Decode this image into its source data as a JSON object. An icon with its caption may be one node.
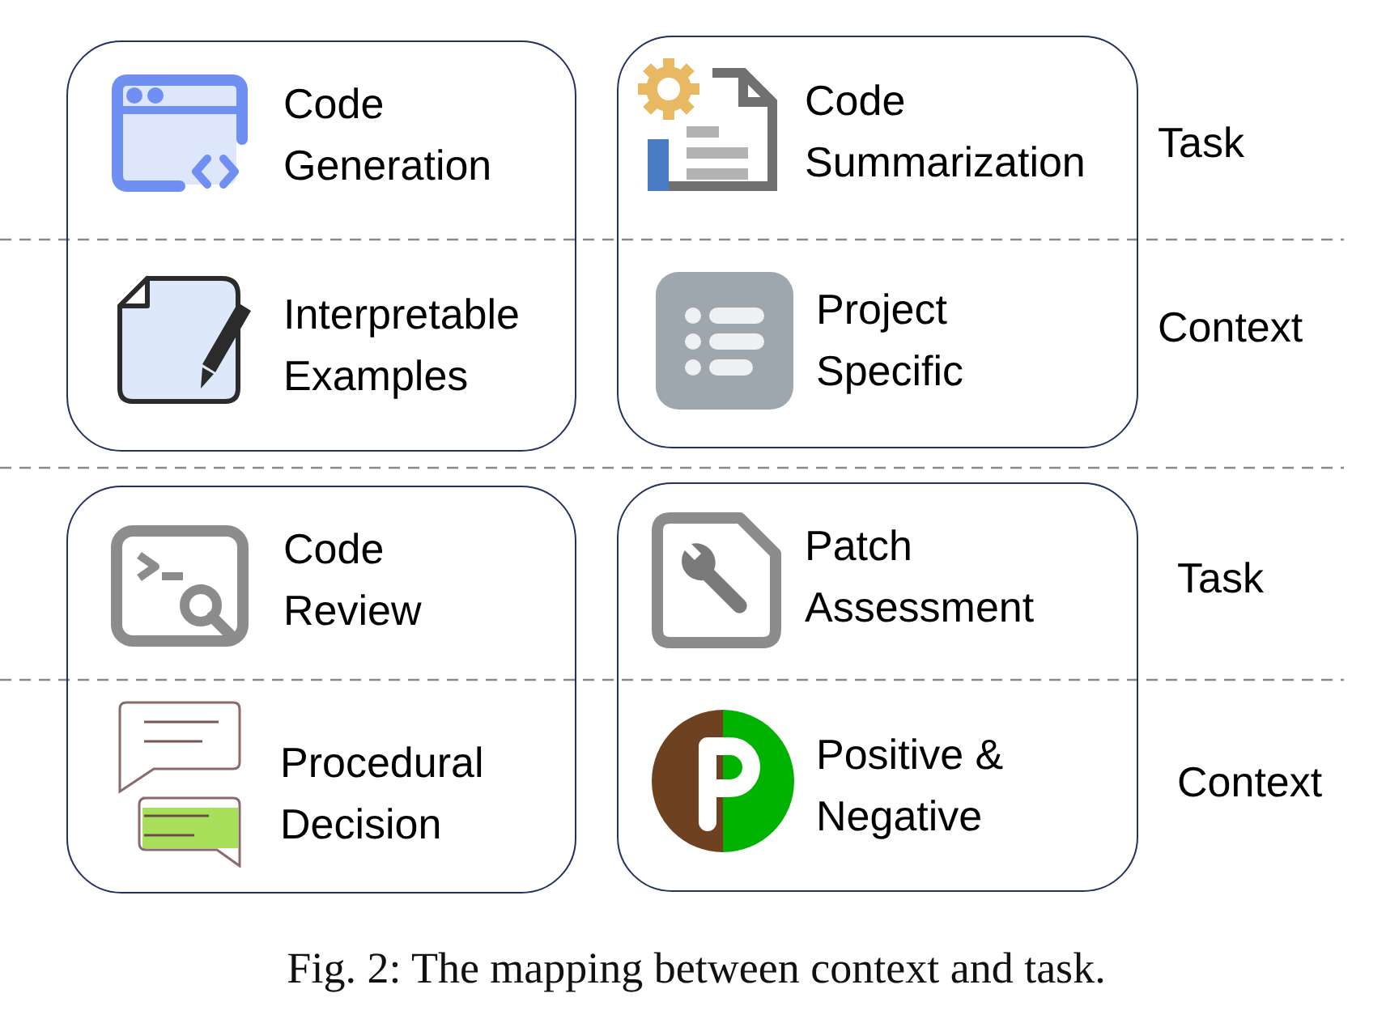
{
  "diagram": {
    "caption": "Fig. 2: The mapping between context and task.",
    "nodes": [
      {
        "text": [
          "Code Generation",
          "Interpretable Examples"
        ]
      },
      {
        "text": [
          "Code Summarization",
          "Project Specific"
        ]
      },
      {
        "text": [
          "Code Review",
          "Procedural Decision"
        ]
      },
      {
        "text": [
          "Patch Assessment",
          "Positive & Negative"
        ]
      }
    ],
    "labels": [
      "Task",
      "Context",
      "Task",
      "Context"
    ]
  }
}
